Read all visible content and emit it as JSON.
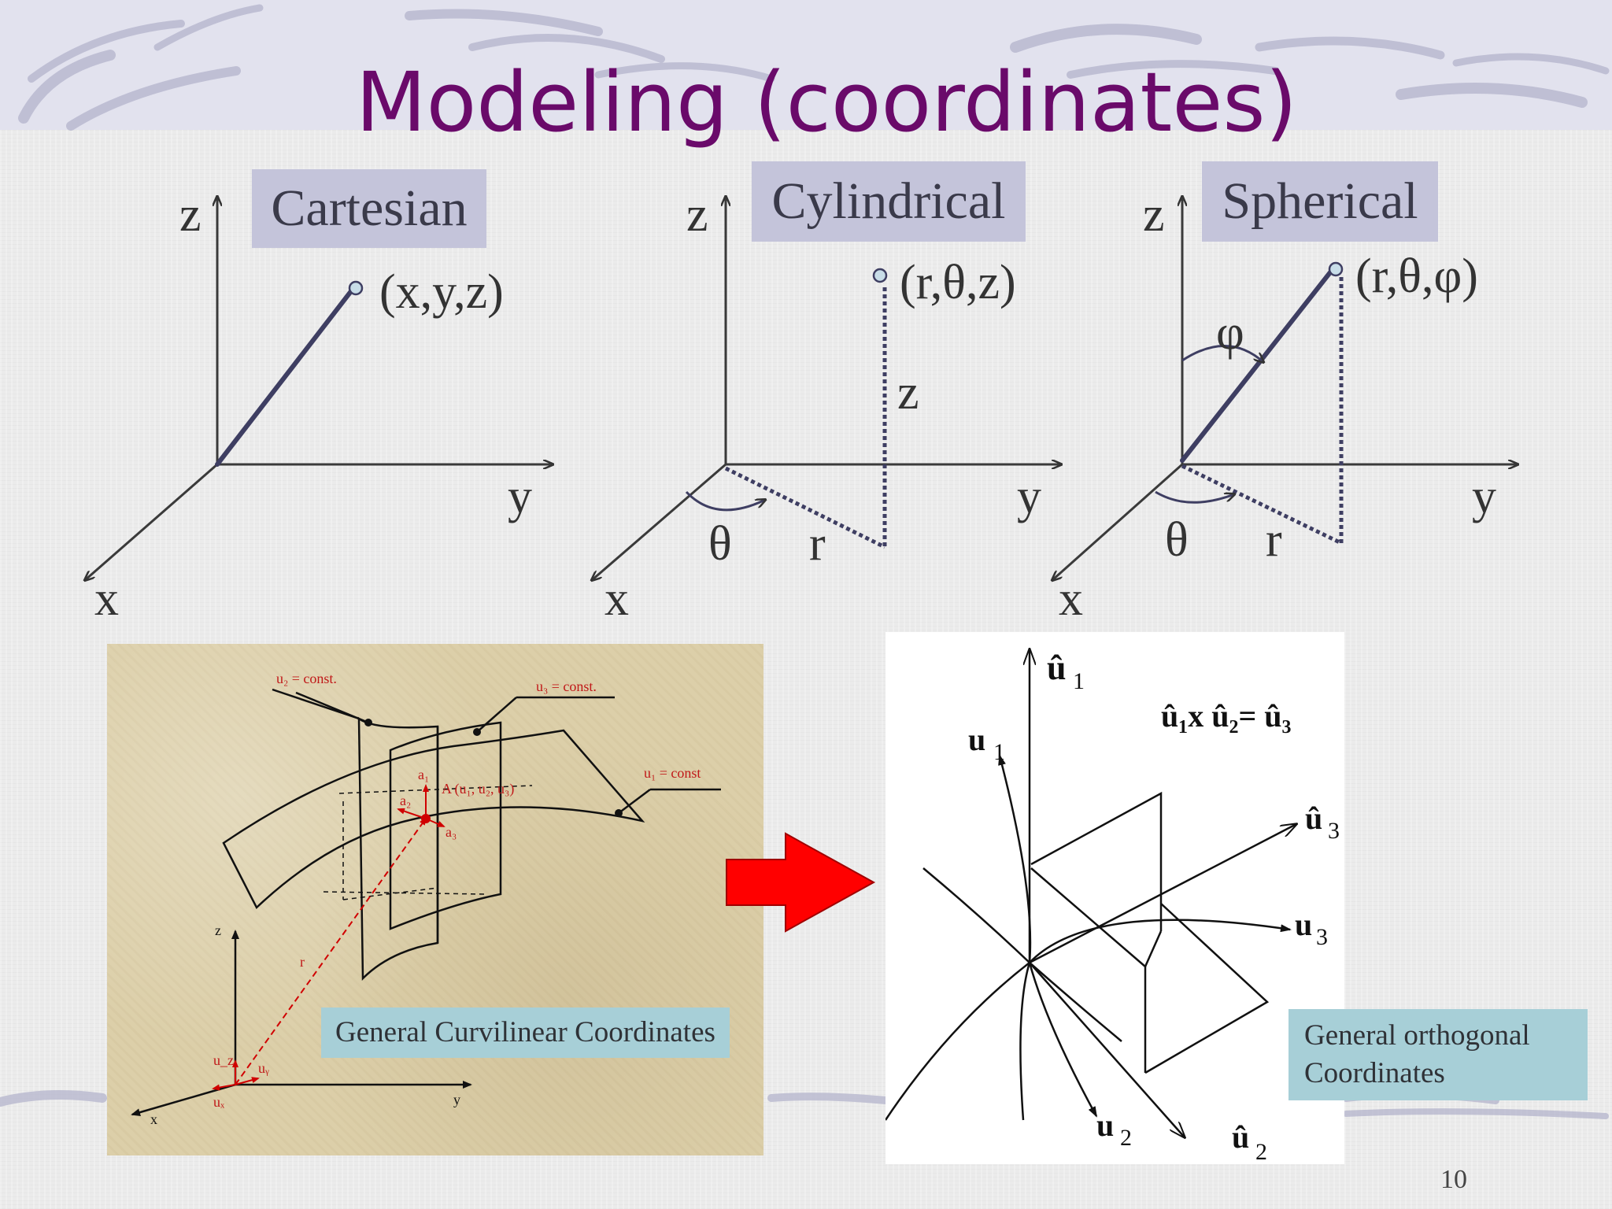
{
  "slide": {
    "title": "Modeling (coordinates)",
    "page_number": "10"
  },
  "cartesian": {
    "label": "Cartesian",
    "point": "(x,y,z)",
    "axis_x": "x",
    "axis_y": "y",
    "axis_z": "z"
  },
  "cylindrical": {
    "label": "Cylindrical",
    "point": "(r,θ,z)",
    "axis_x": "x",
    "axis_y": "y",
    "axis_z": "z",
    "height_label": "z",
    "angle_label": "θ",
    "radius_label": "r"
  },
  "spherical": {
    "label": "Spherical",
    "point": "(r,θ,φ)",
    "axis_x": "x",
    "axis_y": "y",
    "axis_z": "z",
    "polar_angle_label": "φ",
    "angle_label": "θ",
    "radius_label": "r"
  },
  "curvilinear_figure": {
    "caption": "General Curvilinear Coordinates",
    "u2_label": "u₂ = const.",
    "u3_label": "u₃ = const.",
    "u1_label": "u₁ = const",
    "point_label": "A (u₁, u₂, u₃)",
    "a1": "a₁",
    "a2": "a₂",
    "a3": "a₃",
    "r_vec": "r",
    "ux": "uₓ",
    "uy": "uᵧ",
    "uz": "u_z",
    "axis_x": "x",
    "axis_y": "y",
    "axis_z": "z"
  },
  "orthogonal_figure": {
    "caption_line1": "General orthogonal",
    "caption_line2": "Coordinates",
    "u1_hat": "û",
    "u1_hat_sub": "1",
    "u1": "u",
    "u1_sub": "1",
    "u2": "u",
    "u2_sub": "2",
    "u2_hat": "û",
    "u2_hat_sub": "2",
    "u3": "u",
    "u3_sub": "3",
    "u3_hat": "û",
    "u3_hat_sub": "3",
    "relation": "û₁x û₂= û₃"
  },
  "colors": {
    "title": "#6a0a6a",
    "label_box": "#c4c4da",
    "caption_box": "#a7cfd7",
    "arrow": "#ff0000",
    "curvilinear_vectors": "#d00000"
  }
}
